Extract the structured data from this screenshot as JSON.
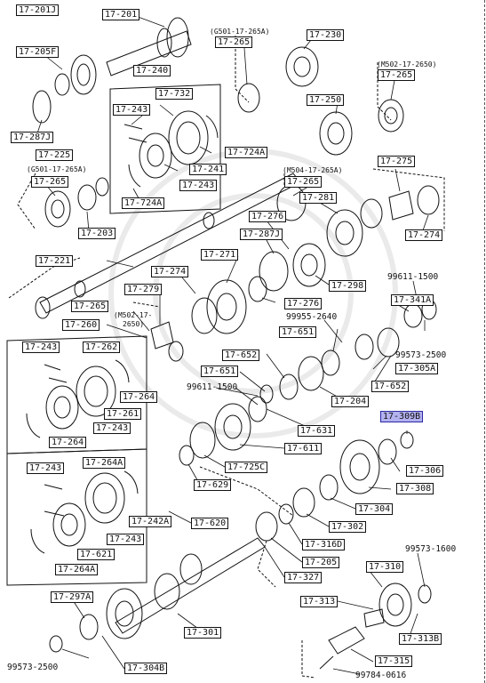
{
  "labels": [
    {
      "id": "17-201J",
      "text": "17-201J"
    },
    {
      "id": "17-201",
      "text": "17-201"
    },
    {
      "id": "17-205F",
      "text": "17-205F"
    },
    {
      "id": "17-240",
      "text": "17-240"
    },
    {
      "id": "17-732",
      "text": "17-732"
    },
    {
      "id": "17-243a",
      "text": "17-243"
    },
    {
      "id": "17-724A-a",
      "text": "17-724A"
    },
    {
      "id": "17-241",
      "text": "17-241"
    },
    {
      "id": "17-243b",
      "text": "17-243"
    },
    {
      "id": "17-724A-b",
      "text": "17-724A"
    },
    {
      "id": "17-287J-a",
      "text": "17-287J"
    },
    {
      "id": "17-225",
      "text": "17-225"
    },
    {
      "id": "17-265a",
      "text": "17-265"
    },
    {
      "id": "17-203",
      "text": "17-203"
    },
    {
      "id": "17-265b",
      "text": "17-265"
    },
    {
      "id": "17-230",
      "text": "17-230"
    },
    {
      "id": "17-265c",
      "text": "17-265"
    },
    {
      "id": "17-250",
      "text": "17-250"
    },
    {
      "id": "17-275",
      "text": "17-275"
    },
    {
      "id": "17-265d",
      "text": "17-265"
    },
    {
      "id": "17-281",
      "text": "17-281"
    },
    {
      "id": "17-274a",
      "text": "17-274"
    },
    {
      "id": "17-276a",
      "text": "17-276"
    },
    {
      "id": "17-287J-b",
      "text": "17-287J"
    },
    {
      "id": "17-221",
      "text": "17-221"
    },
    {
      "id": "17-274b",
      "text": "17-274"
    },
    {
      "id": "17-271",
      "text": "17-271"
    },
    {
      "id": "17-279",
      "text": "17-279"
    },
    {
      "id": "17-298",
      "text": "17-298"
    },
    {
      "id": "17-276b",
      "text": "17-276"
    },
    {
      "id": "17-341A",
      "text": "17-341A"
    },
    {
      "id": "17-265e",
      "text": "17-265"
    },
    {
      "id": "17-260",
      "text": "17-260"
    },
    {
      "id": "17-651a",
      "text": "17-651"
    },
    {
      "id": "17-243c",
      "text": "17-243"
    },
    {
      "id": "17-262",
      "text": "17-262"
    },
    {
      "id": "17-652a",
      "text": "17-652"
    },
    {
      "id": "17-651b",
      "text": "17-651"
    },
    {
      "id": "17-305A",
      "text": "17-305A"
    },
    {
      "id": "17-652b",
      "text": "17-652"
    },
    {
      "id": "17-264a",
      "text": "17-264"
    },
    {
      "id": "17-204",
      "text": "17-204"
    },
    {
      "id": "17-261",
      "text": "17-261"
    },
    {
      "id": "17-309B",
      "text": "17-309B"
    },
    {
      "id": "17-243d",
      "text": "17-243"
    },
    {
      "id": "17-631",
      "text": "17-631"
    },
    {
      "id": "17-264b",
      "text": "17-264"
    },
    {
      "id": "17-611",
      "text": "17-611"
    },
    {
      "id": "17-306",
      "text": "17-306"
    },
    {
      "id": "17-243e",
      "text": "17-243"
    },
    {
      "id": "17-264A-a",
      "text": "17-264A"
    },
    {
      "id": "17-725C",
      "text": "17-725C"
    },
    {
      "id": "17-629",
      "text": "17-629"
    },
    {
      "id": "17-308",
      "text": "17-308"
    },
    {
      "id": "17-304",
      "text": "17-304"
    },
    {
      "id": "17-242A",
      "text": "17-242A"
    },
    {
      "id": "17-620",
      "text": "17-620"
    },
    {
      "id": "17-302",
      "text": "17-302"
    },
    {
      "id": "17-243f",
      "text": "17-243"
    },
    {
      "id": "17-316D",
      "text": "17-316D"
    },
    {
      "id": "17-621",
      "text": "17-621"
    },
    {
      "id": "17-205",
      "text": "17-205"
    },
    {
      "id": "17-264A-b",
      "text": "17-264A"
    },
    {
      "id": "17-327",
      "text": "17-327"
    },
    {
      "id": "17-310",
      "text": "17-310"
    },
    {
      "id": "17-297A",
      "text": "17-297A"
    },
    {
      "id": "17-313",
      "text": "17-313"
    },
    {
      "id": "17-301",
      "text": "17-301"
    },
    {
      "id": "17-313B",
      "text": "17-313B"
    },
    {
      "id": "17-304B",
      "text": "17-304B"
    },
    {
      "id": "17-315",
      "text": "17-315"
    }
  ],
  "plain_numbers": [
    {
      "id": "99611-1500a",
      "text": "99611-1500"
    },
    {
      "id": "99955-2640",
      "text": "99955-2640"
    },
    {
      "id": "99573-2500a",
      "text": "99573-2500"
    },
    {
      "id": "99611-1500b",
      "text": "99611-1500"
    },
    {
      "id": "99573-1600",
      "text": "99573-1600"
    },
    {
      "id": "99573-2500b",
      "text": "99573-2500"
    },
    {
      "id": "99784-0616",
      "text": "99784-0616"
    }
  ],
  "notes": [
    {
      "id": "note-g501-a",
      "text": "(G501-17-265A)"
    },
    {
      "id": "note-m502-a",
      "text": "(M502-17-2650)"
    },
    {
      "id": "note-g501-b",
      "text": "(G501-17-265A)"
    },
    {
      "id": "note-m504",
      "text": "(M504-17-265A)"
    },
    {
      "id": "note-m502-b1",
      "text": "(M502-17-"
    },
    {
      "id": "note-m502-b2",
      "text": "2650)"
    }
  ],
  "highlighted_part": "17-309B",
  "colors": {
    "highlight_fill": "#b3b1ef",
    "highlight_border": "#2a2aa6",
    "ink": "#111111"
  }
}
